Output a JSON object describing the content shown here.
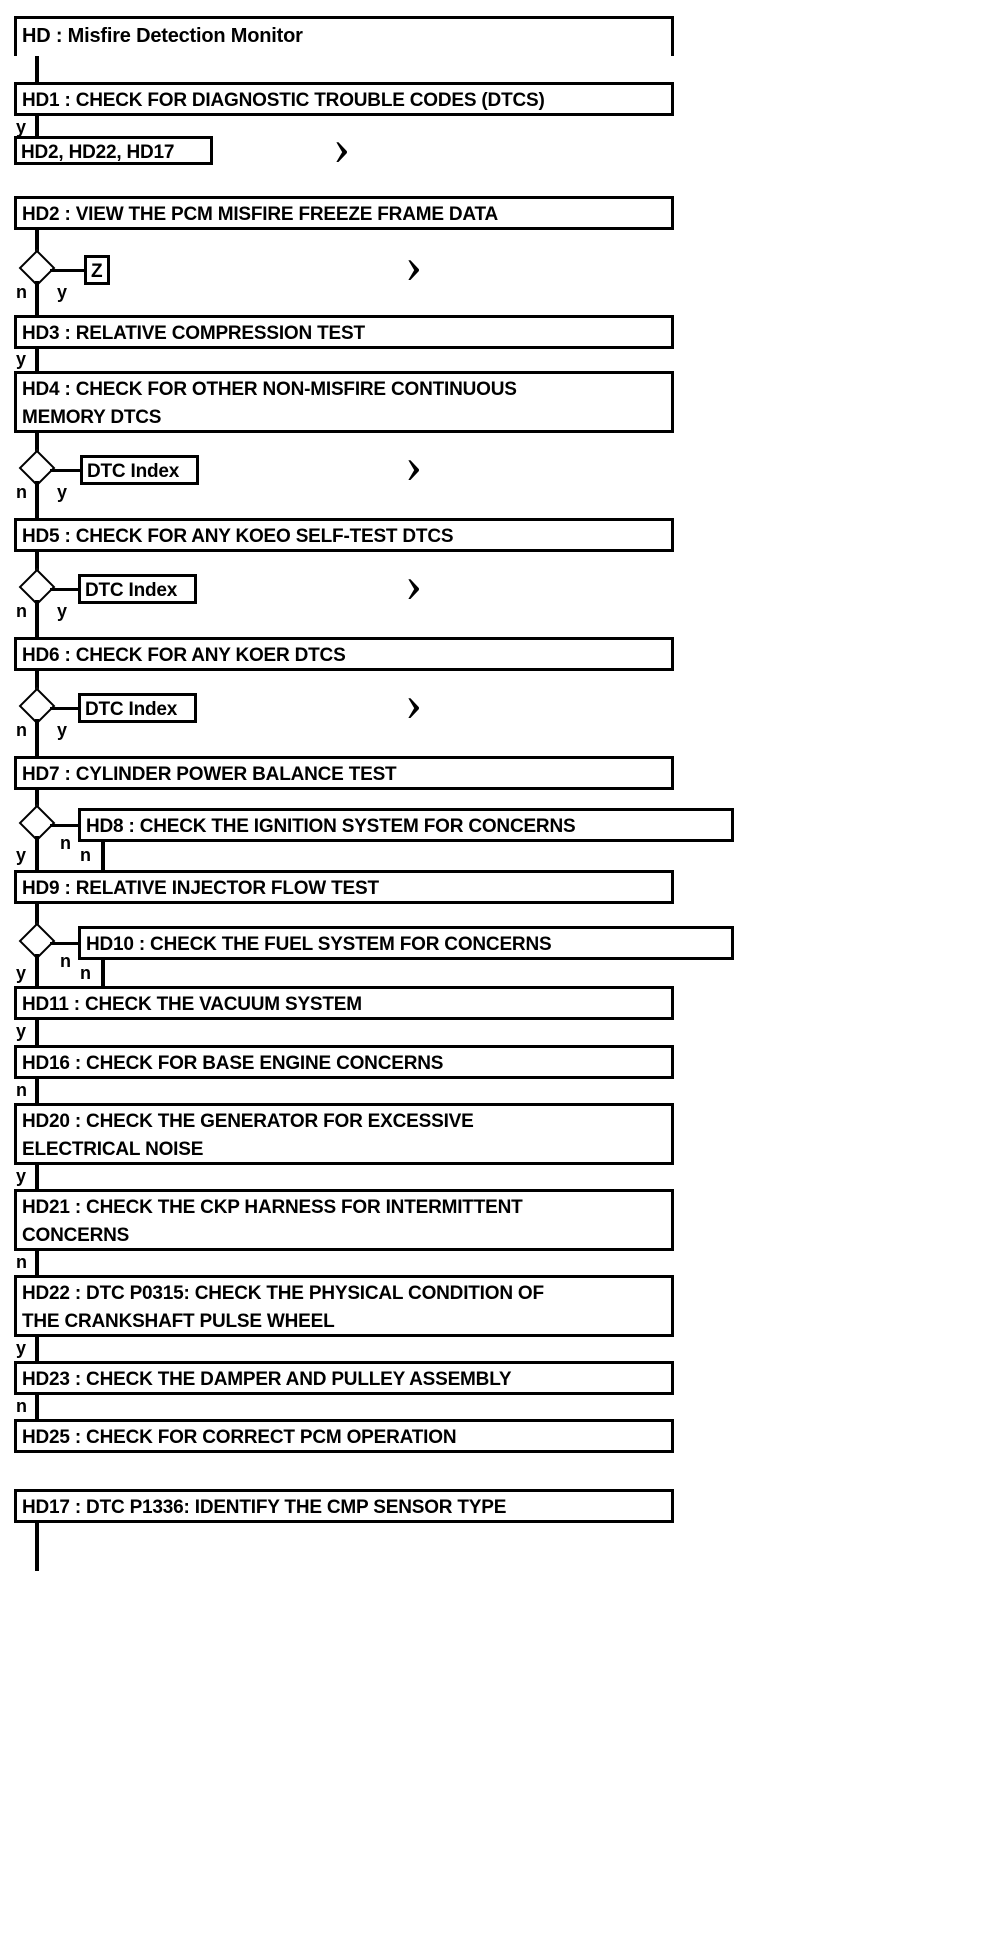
{
  "diagram": {
    "kind": "flowchart",
    "title": "HD : Misfire Detection Monitor",
    "branch_labels": {
      "yes": "y",
      "no": "n"
    },
    "offpage_marker": "›"
  },
  "steps": {
    "hd1": "HD1 : CHECK FOR DIAGNOSTIC TROUBLE CODES (DTCS)",
    "hd2": "HD2 : VIEW THE PCM MISFIRE FREEZE FRAME DATA",
    "hd3": "HD3 : RELATIVE COMPRESSION TEST",
    "hd4": "HD4 : CHECK FOR OTHER NON-MISFIRE CONTINUOUS\nMEMORY DTCS",
    "hd5": "HD5 : CHECK FOR ANY KOEO SELF-TEST DTCS",
    "hd6": "HD6 : CHECK FOR ANY KOER DTCS",
    "hd7": "HD7 : CYLINDER POWER BALANCE TEST",
    "hd8": "HD8 : CHECK THE IGNITION SYSTEM FOR CONCERNS",
    "hd9": "HD9 : RELATIVE INJECTOR FLOW TEST",
    "hd10": "HD10 : CHECK THE FUEL SYSTEM FOR CONCERNS",
    "hd11": "HD11 : CHECK THE VACUUM SYSTEM",
    "hd16": "HD16 : CHECK FOR BASE ENGINE CONCERNS",
    "hd20": "HD20 : CHECK THE GENERATOR FOR EXCESSIVE\nELECTRICAL NOISE",
    "hd21": "HD21 : CHECK THE CKP HARNESS FOR INTERMITTENT\nCONCERNS",
    "hd22": "HD22 : DTC P0315: CHECK THE PHYSICAL CONDITION OF\nTHE CRANKSHAFT PULSE WHEEL",
    "hd23": "HD23 : CHECK THE DAMPER AND PULLEY ASSEMBLY",
    "hd25": "HD25 : CHECK FOR CORRECT PCM OPERATION",
    "hd17": "HD17 : DTC P1336: IDENTIFY THE CMP SENSOR TYPE"
  },
  "refs": {
    "hd_list": "HD2, HD22, HD17",
    "z": "Z",
    "dtc_index_1": "DTC Index",
    "dtc_index_2": "DTC Index",
    "dtc_index_3": "DTC Index"
  },
  "edges": {
    "hd1_yes": "y",
    "hd2_no": "n",
    "hd2_yes": "y",
    "hd3_yes": "y",
    "hd4_no": "n",
    "hd4_yes": "y",
    "hd5_no": "n",
    "hd5_yes": "y",
    "hd6_no": "n",
    "hd6_yes": "y",
    "hd7_yes": "y",
    "hd7_no": "n",
    "hd8_no": "n",
    "hd9_yes": "y",
    "hd9_no": "n",
    "hd10_no": "n",
    "hd11_yes": "y",
    "hd16_no": "n",
    "hd20_yes": "y",
    "hd21_no": "n",
    "hd22_yes": "y",
    "hd23_no": "n"
  }
}
